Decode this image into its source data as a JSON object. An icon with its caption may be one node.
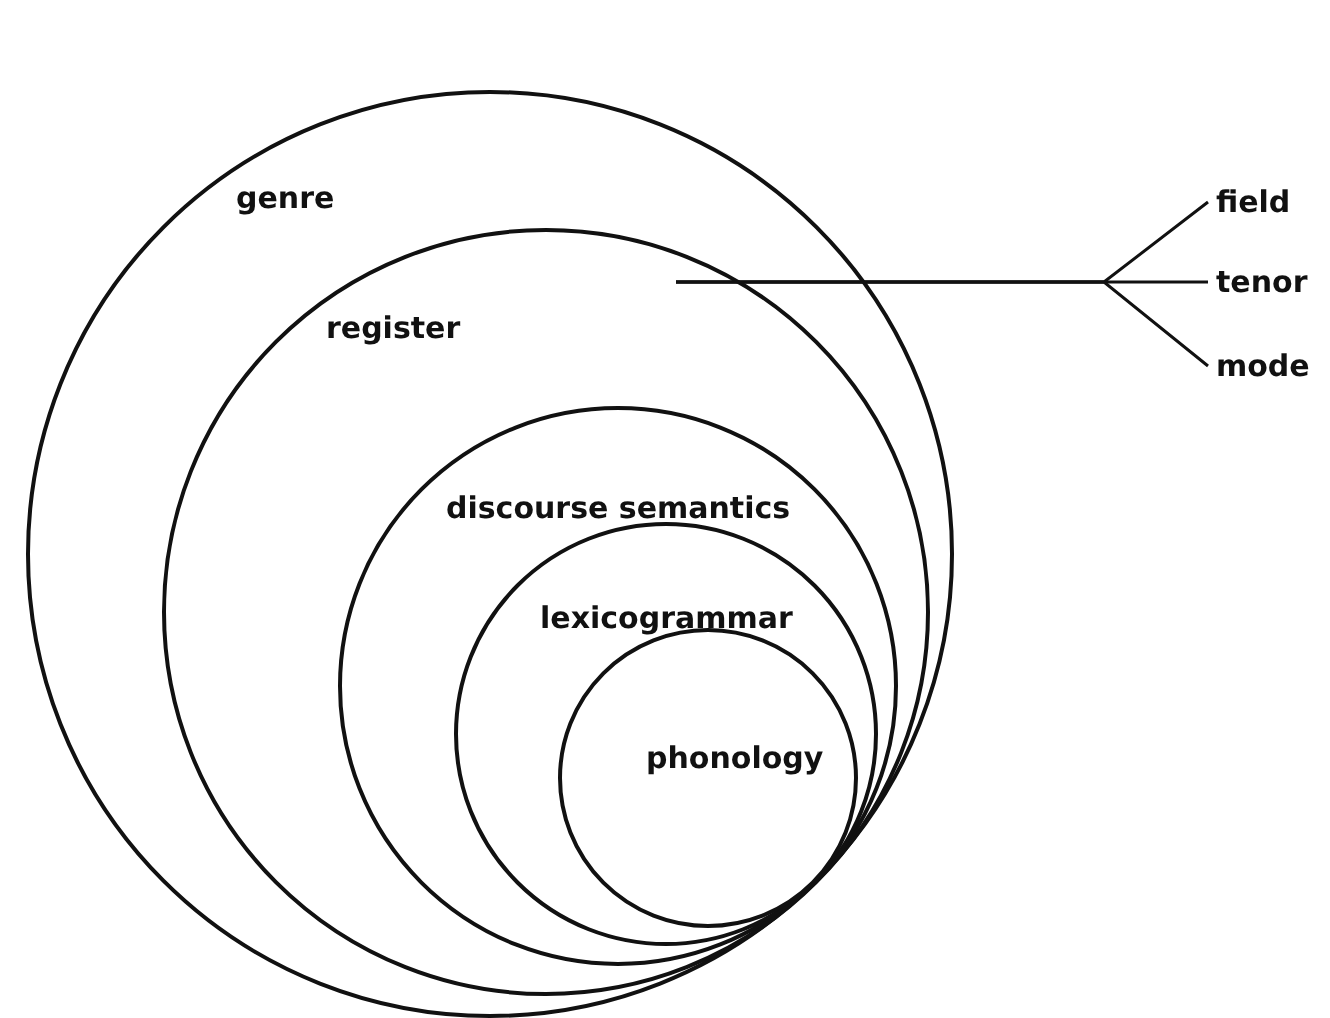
{
  "diagram": {
    "nodes": [
      {
        "text": [
          "genre"
        ]
      },
      {
        "text": [
          "register"
        ],
        "in": 0
      },
      {
        "text": [
          "discourse semantics"
        ],
        "in": 1
      },
      {
        "text": [
          "lexicogrammar"
        ],
        "in": 2
      },
      {
        "text": [
          "phonology"
        ],
        "in": 3
      },
      {
        "text": [
          "field"
        ]
      },
      {
        "text": [
          "tenor"
        ]
      },
      {
        "text": [
          "mode"
        ]
      }
    ],
    "edges": [
      {
        "from": 1,
        "to": 5,
        "arrow": "none"
      },
      {
        "from": 1,
        "to": 6,
        "arrow": "none"
      },
      {
        "from": 1,
        "to": 7,
        "arrow": "none"
      }
    ]
  }
}
